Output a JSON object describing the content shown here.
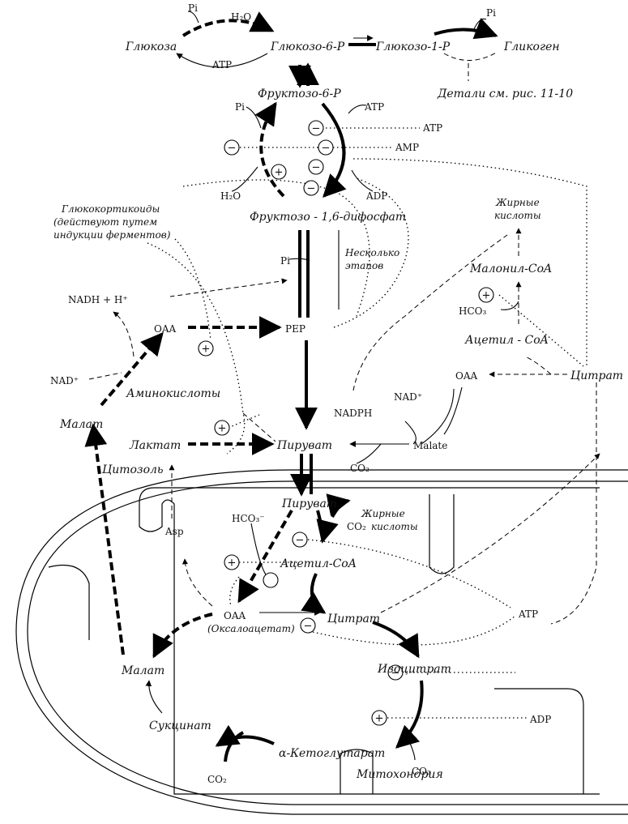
{
  "labels": {
    "glucose": "Глюкоза",
    "g6p": "Глюкозо-6-Р",
    "g1p": "Глюкозо-1-Р",
    "glycogen": "Гликоген",
    "details": "Детали см. рис. 11-10",
    "pi_top_left": "Pi",
    "h2o_top": "H₂O",
    "atp_top": "ATP",
    "pi_top_right": "Pi",
    "f6p": "Фруктозо-6-Р",
    "atp_f6p": "ATP",
    "atp_reg": "ATP",
    "amp_reg": "AMP",
    "pi_left": "Pi",
    "h2o_left": "H₂O",
    "adp_right": "ADP",
    "fbp": "Фруктозо - 1,6-дифосфат",
    "gluco_1": "Глюкокортикоиды",
    "gluco_2": "(действуют путем",
    "gluco_3": "индукции ферментов)",
    "several_1": "Несколько",
    "several_2": "этапов",
    "pi_mid": "Pi",
    "fatty_1": "Жирные",
    "fatty_2": "кислоты",
    "malonyl": "Малонил-CoA",
    "hco3_cyto": "HCO₃",
    "acetyl_cyto": "Ацетил - CoA",
    "oaa_cyto_right": "OAA",
    "citrate_cyto": "Цитрат",
    "nadh": "NADH + H⁺",
    "oaa_cyto": "OAA",
    "pep": "PEP",
    "nad_left": "NAD⁺",
    "amino": "Аминокислоты",
    "malate_cyto": "Малат",
    "nadplus_right": "NAD⁺",
    "nadph": "NADPH",
    "lactate": "Лактат",
    "pyruvate_cyto": "Пируват",
    "malate_en": "Malate",
    "co2_cyto": "CO₂",
    "cytosol": "Цитозоль",
    "pyruvate_mito": "Пируват",
    "hco3_mito": "HCO₃⁻",
    "fatty_mito_1": "Жирные",
    "fatty_mito_2": "кислоты",
    "co2_mito_top": "CO₂",
    "asp": "Asp",
    "acetyl_mito": "Ацетил-CoA",
    "oaa_mito": "OAA",
    "oxalo": "(Оксалоацетат)",
    "citrate_mito": "Цитрат",
    "atp_mito": "ATP",
    "malate_mito": "Малат",
    "isocitrate": "Изоцитрат",
    "adp_mito": "ADP",
    "succinate": "Сукцинат",
    "akg": "α-Кетоглутарат",
    "co2_akg": "CO₂",
    "co2_succ": "CO₂",
    "mito": "Митохондрия"
  },
  "regulators": {
    "plus": "+",
    "minus": "−"
  }
}
